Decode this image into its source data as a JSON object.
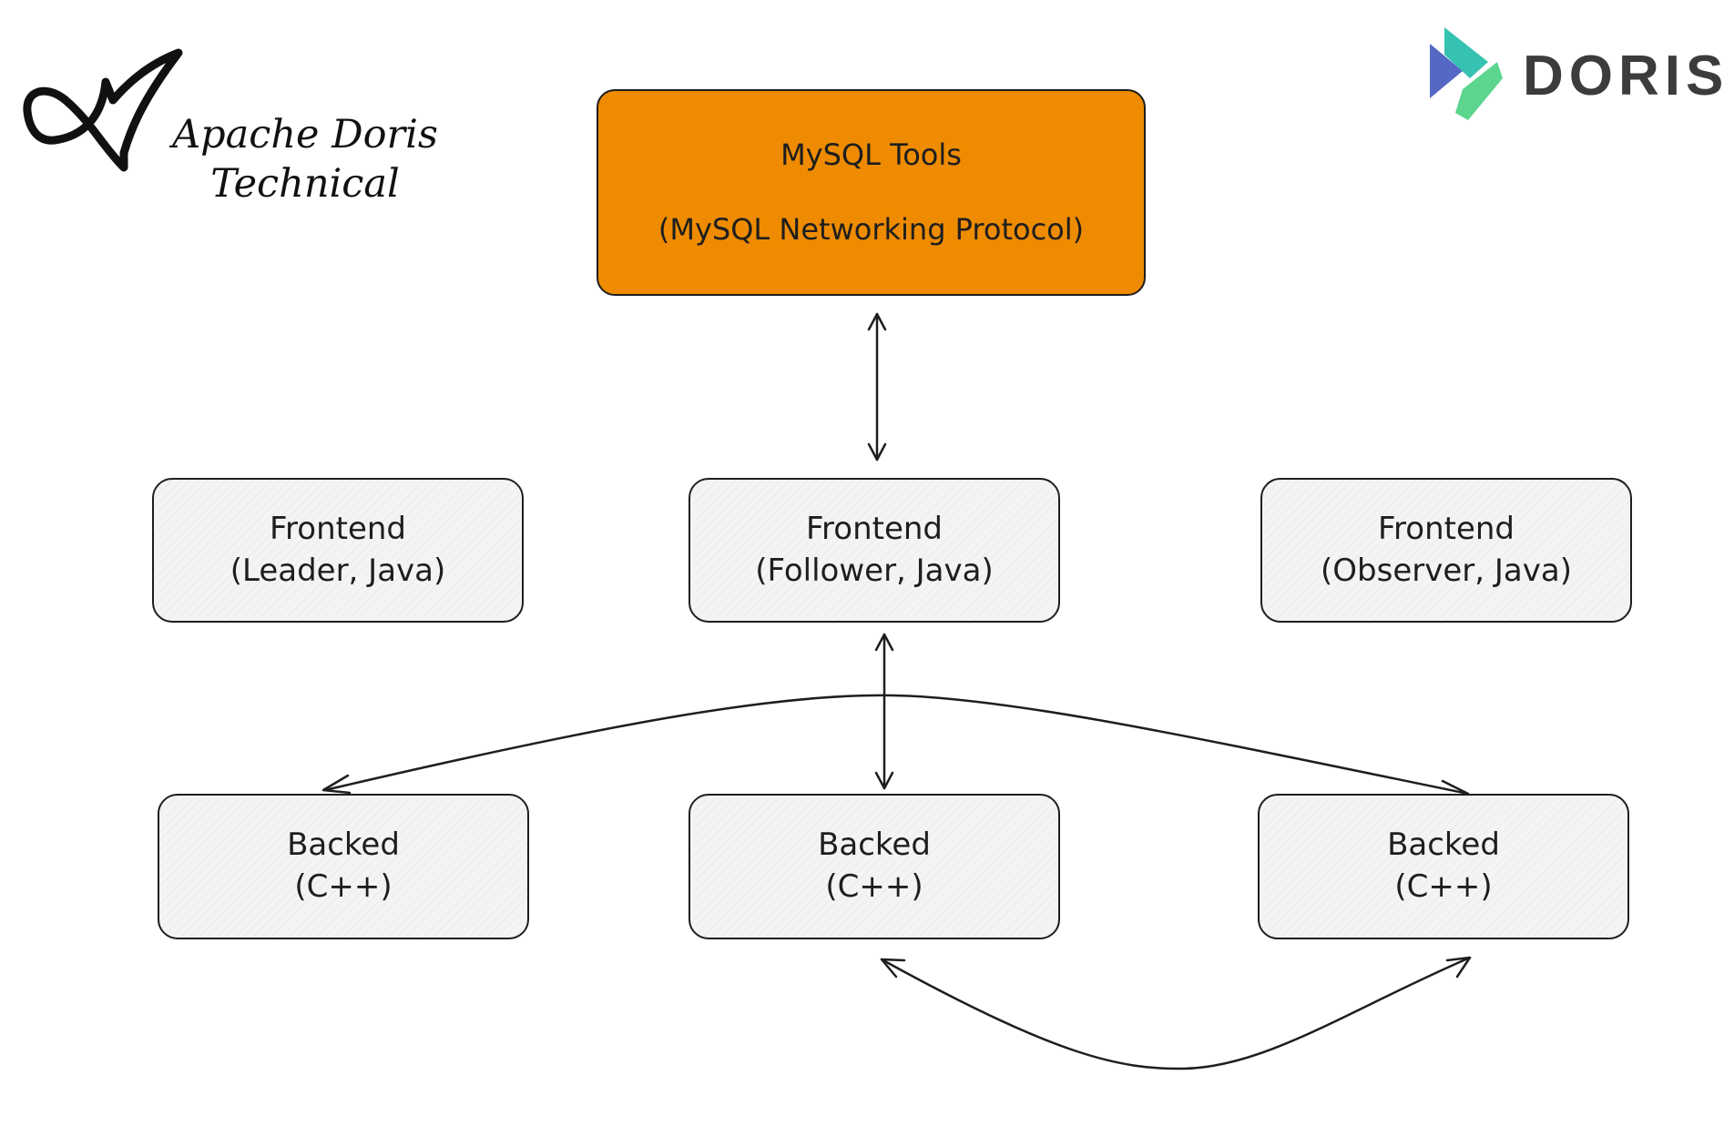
{
  "brand": {
    "left_title_line1": "Apache Doris",
    "left_title_line2": "Technical",
    "right_wordmark": "DORIS"
  },
  "nodes": {
    "mysql_tools": {
      "line1": "MySQL Tools",
      "line2": "(MySQL Networking Protocol)"
    },
    "fe_leader": {
      "line1": "Frontend",
      "line2": "(Leader, Java)"
    },
    "fe_follower": {
      "line1": "Frontend",
      "line2": "(Follower, Java)"
    },
    "fe_observer": {
      "line1": "Frontend",
      "line2": "(Observer, Java)"
    },
    "be_left": {
      "line1": "Backed",
      "line2": "(C++)"
    },
    "be_center": {
      "line1": "Backed",
      "line2": "(C++)"
    },
    "be_right": {
      "line1": "Backed",
      "line2": "(C++)"
    }
  },
  "colors": {
    "mysql_box": "#ee8b00",
    "stroke": "#1e1e1e",
    "node_fill": "#f4f4f4",
    "doris_logo_blue": "#5468c4",
    "doris_logo_teal": "#35c2b0",
    "doris_logo_green": "#5cd68f"
  },
  "edges": [
    {
      "from": "mysql_tools",
      "to": "fe_follower",
      "direction": "both"
    },
    {
      "from": "fe_follower",
      "to": "be_center",
      "direction": "both"
    },
    {
      "from": "fe_follower",
      "to": "be_left",
      "direction": "to"
    },
    {
      "from": "fe_follower",
      "to": "be_right",
      "direction": "to"
    },
    {
      "from": "be_center",
      "to": "be_right",
      "direction": "both"
    }
  ]
}
